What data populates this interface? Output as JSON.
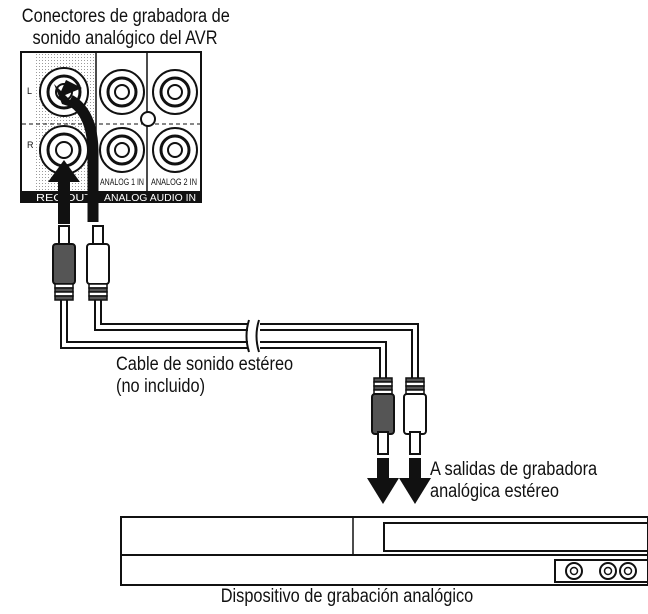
{
  "labels": {
    "panel_title_line1": "Conectores de grabadora de",
    "panel_title_line2": "sonido analógico del AVR",
    "cable_line1": "Cable de sonido estéreo",
    "cable_line2": "(no incluido)",
    "outputs_line1": "A salidas de grabadora",
    "outputs_line2": "analógica estéreo",
    "device": "Dispositivo de grabación analógico"
  },
  "panel": {
    "channel_left": "L",
    "channel_right": "R",
    "rec_out": "REC OUT",
    "analog1_in": "ANALOG 1 IN",
    "analog2_in": "ANALOG 2 IN",
    "analog_audio_in": "ANALOG AUDIO IN"
  },
  "colors": {
    "line": "#111111",
    "dark_plug": "#555555",
    "panel_stipple": "#bdbdbd"
  }
}
